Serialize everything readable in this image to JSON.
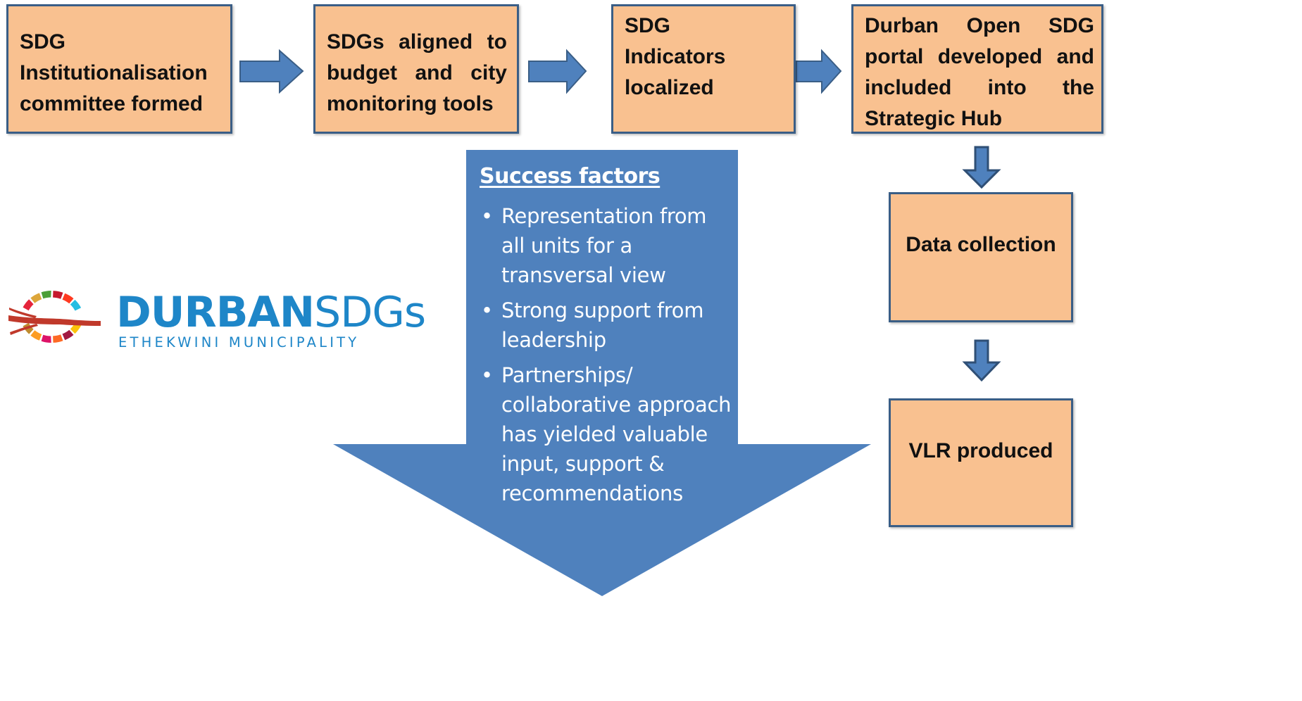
{
  "process_steps": [
    {
      "lines": [
        "SDG",
        "Institutionalisation",
        "committee formed"
      ]
    },
    {
      "lines": [
        "SDGs aligned to",
        "budget and city",
        "monitoring tools"
      ]
    },
    {
      "lines": [
        "SDG",
        "Indicators",
        "localized"
      ]
    },
    {
      "lines": [
        "Durban Open SDG",
        "portal developed and",
        "included into the",
        "Strategic Hub"
      ]
    },
    {
      "lines": [
        "Data collection"
      ]
    },
    {
      "lines": [
        "VLR produced"
      ]
    }
  ],
  "success_factors": {
    "title": "Success factors",
    "bullet": "•",
    "items": [
      "Representation from all units for a transversal view",
      "Strong support from leadership",
      "Partnerships/ collaborative approach has yielded valuable input, support & recommendations"
    ]
  },
  "logo": {
    "wordmark_bold": "DURBAN",
    "wordmark_light": "SDGs",
    "tagline": "ETHEKWINI MUNICIPALITY"
  },
  "colors": {
    "box_fill": "#f9c190",
    "box_border": "#3a5e86",
    "arrow_fill": "#4f81bd",
    "arrow_stroke": "#3a5e86",
    "logo_blue": "#1e86c8",
    "logo_red_band": "#c0392b"
  }
}
